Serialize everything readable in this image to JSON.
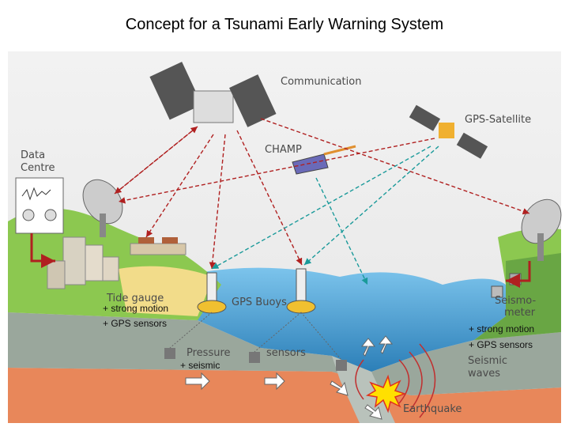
{
  "title": "Concept for a Tsunami Early Warning System",
  "labels": {
    "communication": "Communication",
    "gps_satellite": "GPS-Satellite",
    "champ": "CHAMP",
    "data_centre_1": "Data",
    "data_centre_2": "Centre",
    "tide_gauge": "Tide gauge",
    "tide_extra_1": "+ strong motion",
    "tide_extra_2": "+ GPS sensors",
    "gps_buoys": "GPS Buoys",
    "pressure": "Pressure",
    "sensors": "sensors",
    "pressure_extra": "+ seismic",
    "seismometer_1": "Seismo-",
    "seismometer_2": "meter",
    "seismo_extra_1": "+ strong motion",
    "seismo_extra_2": "+ GPS sensors",
    "seismic_waves_1": "Seismic",
    "seismic_waves_2": "waves",
    "earthquake": "Earthquake"
  },
  "colors": {
    "communication_links": "#b02020",
    "gps_links": "#1a9a9a",
    "ocean": "#4fa8d8",
    "land": "#8cc850"
  }
}
